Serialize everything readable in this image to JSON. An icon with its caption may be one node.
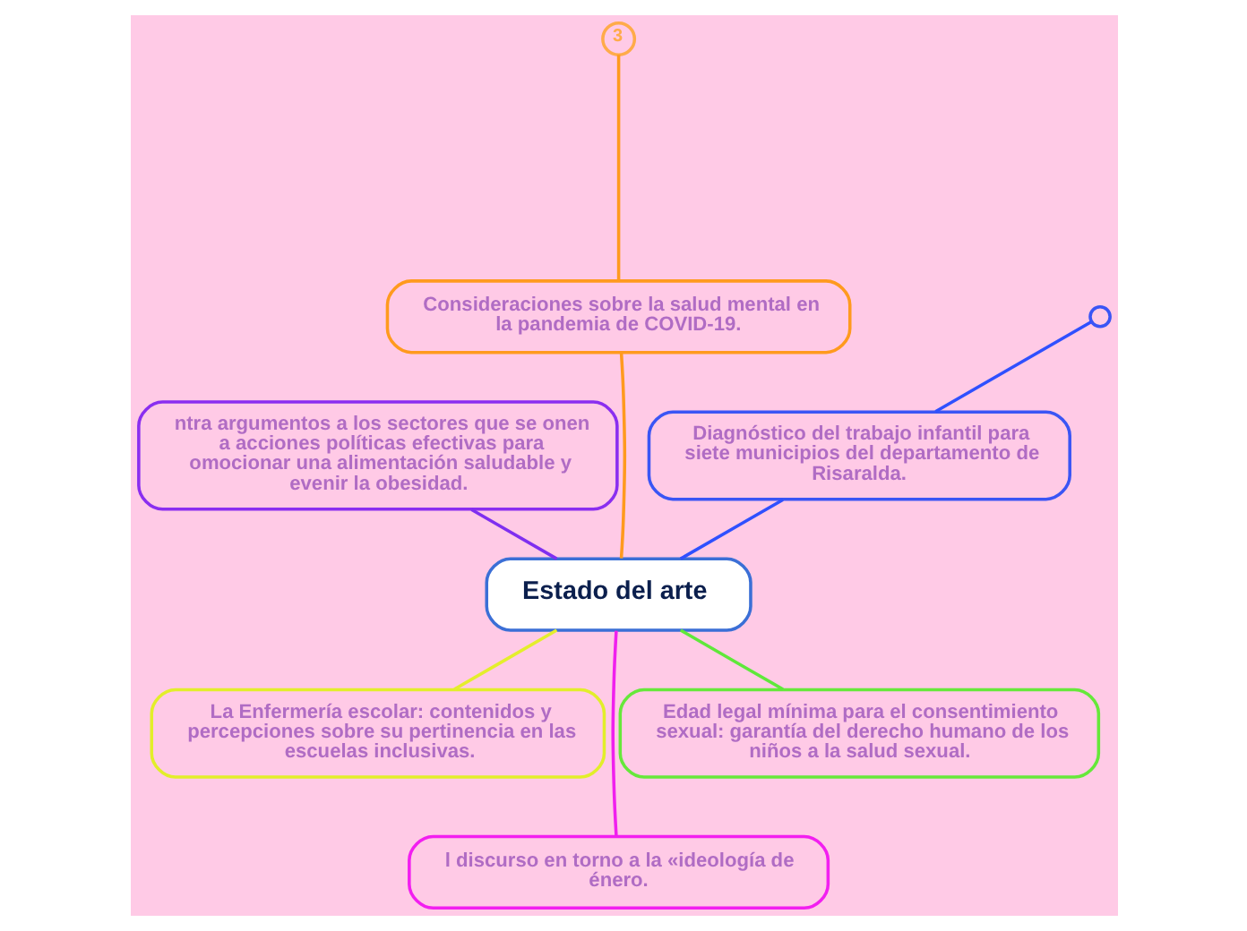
{
  "diagram": {
    "nodes": [
      {
        "text": [
          "Estado del arte"
        ]
      },
      {
        "text": [
          "Diagnóstico del trabajo infantil para siete municipios del departamento de Risaralda."
        ]
      },
      {
        "text": [],
        "shape": "circle"
      },
      {
        "text": [
          "Consideraciones sobre la salud mental en la pandemia de COVID-19."
        ]
      },
      {
        "text": [
          "3"
        ]
      },
      {
        "text": [
          "ntra argumentos a los sectores que se onen a acciones políticas efectivas para omocionar una alimentación saludable y evenir la obesidad."
        ]
      },
      {
        "text": [
          "La Enfermería escolar: contenidos y percepciones sobre su pertinencia en las escuelas inclusivas."
        ]
      },
      {
        "text": [
          "l discurso en torno a la «ideología de énero."
        ]
      },
      {
        "text": [
          "Edad legal mínima para el consentimiento sexual: garantía del derecho humano de los niños a la salud sexual."
        ]
      }
    ],
    "edges": [
      {
        "from": 0,
        "to": 6,
        "arrow": "none",
        "color": "#e4ee2c"
      },
      {
        "from": 0,
        "to": 3,
        "arrow": "none",
        "color": "#ff9a1e"
      },
      {
        "from": 3,
        "to": 4,
        "arrow": "none",
        "color": "#ff9a1e"
      },
      {
        "from": 0,
        "to": 1,
        "arrow": "none",
        "color": "#2f50ff"
      },
      {
        "from": 1,
        "to": 2,
        "arrow": "none",
        "color": "#2f50ff"
      },
      {
        "from": 0,
        "to": 5,
        "arrow": "none",
        "color": "#7f2ff0"
      },
      {
        "from": 0,
        "to": 7,
        "arrow": "none",
        "color": "#f020ee"
      },
      {
        "from": 0,
        "to": 8,
        "arrow": "none",
        "color": "#5fe83a"
      }
    ]
  }
}
